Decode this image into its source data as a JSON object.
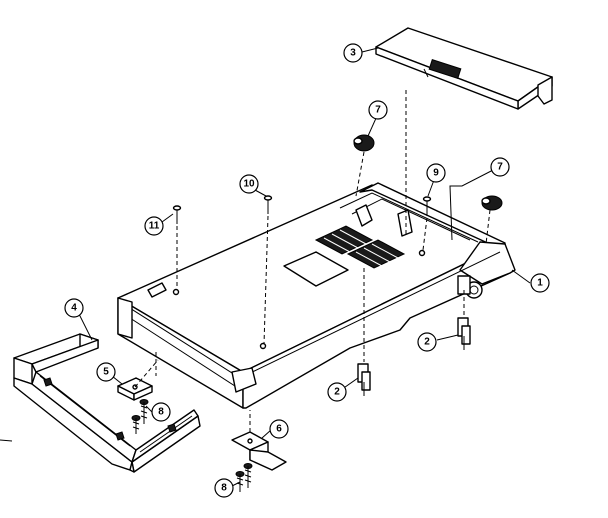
{
  "callouts": {
    "c1": "1",
    "c2a": "2",
    "c2b": "2",
    "c3": "3",
    "c4": "4",
    "c5": "5",
    "c6": "6",
    "c7a": "7",
    "c7b": "7",
    "c8a": "8",
    "c8b": "8",
    "c9": "9",
    "c10": "10",
    "c11": "11"
  },
  "colors": {
    "line": "#000000",
    "background": "#ffffff"
  }
}
